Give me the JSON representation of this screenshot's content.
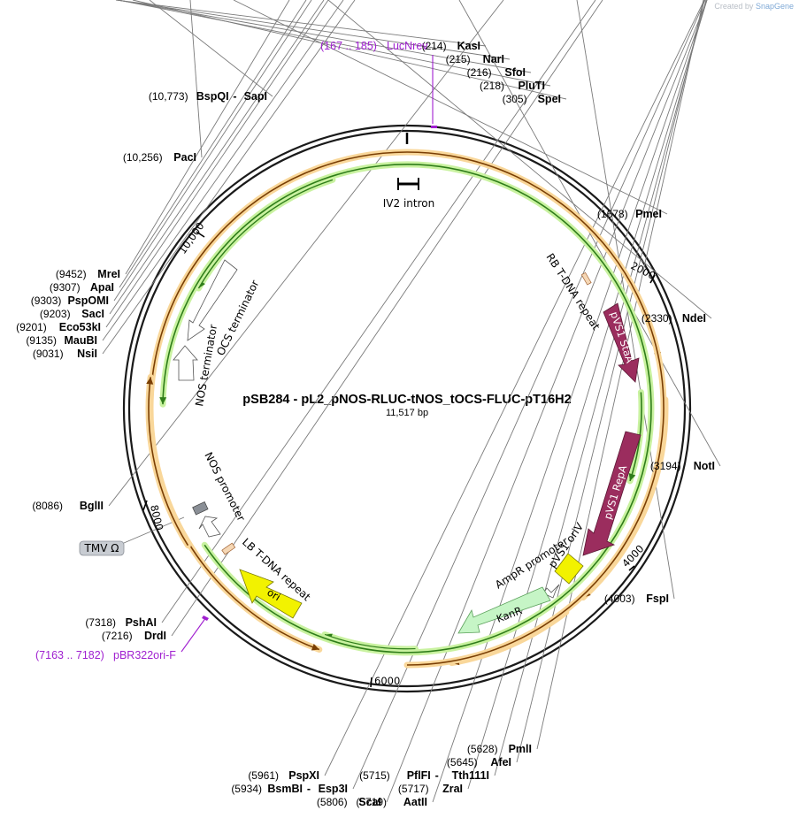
{
  "branding": {
    "prefix": "Created by",
    "name": "SnapGene"
  },
  "plasmid": {
    "name": "pSB284 - pL2_pNOS-RLUC-tNOS_tOCS-FLUC-pT16H2",
    "size": "11,517 bp"
  },
  "ticks": [
    "2000",
    "4000",
    "6000",
    "8000",
    "10,000"
  ],
  "enzymes": [
    {
      "name": "KasI",
      "pos": "(214)"
    },
    {
      "name": "NarI",
      "pos": "(215)"
    },
    {
      "name": "SfoI",
      "pos": "(216)"
    },
    {
      "name": "PluTI",
      "pos": "(218)"
    },
    {
      "name": "SpeI",
      "pos": "(305)"
    },
    {
      "name": "PmeI",
      "pos": "(1678)"
    },
    {
      "name": "NdeI",
      "pos": "(2330)"
    },
    {
      "name": "NotI",
      "pos": "(3194)"
    },
    {
      "name": "FspI",
      "pos": "(4003)"
    },
    {
      "name": "PmlI",
      "pos": "(5628)"
    },
    {
      "name": "AfeI",
      "pos": "(5645)"
    },
    {
      "name": "PflFI",
      "name2": "Tth111I",
      "pos": "(5715)"
    },
    {
      "name": "ZraI",
      "pos": "(5717)"
    },
    {
      "name": "AatII",
      "pos": "(5719)"
    },
    {
      "name": "ScaI",
      "pos": "(5806)"
    },
    {
      "name": "BsmBI",
      "name2": "Esp3I",
      "pos": "(5934)"
    },
    {
      "name": "PspXI",
      "pos": "(5961)"
    },
    {
      "name": "DrdI",
      "pos": "(7216)"
    },
    {
      "name": "PshAI",
      "pos": "(7318)"
    },
    {
      "name": "BglII",
      "pos": "(8086)"
    },
    {
      "name": "NsiI",
      "pos": "(9031)"
    },
    {
      "name": "MauBI",
      "pos": "(9135)"
    },
    {
      "name": "Eco53kI",
      "pos": "(9201)"
    },
    {
      "name": "SacI",
      "pos": "(9203)"
    },
    {
      "name": "PspOMI",
      "pos": "(9303)"
    },
    {
      "name": "ApaI",
      "pos": "(9307)"
    },
    {
      "name": "MreI",
      "pos": "(9452)"
    },
    {
      "name": "PacI",
      "pos": "(10,256)"
    },
    {
      "name": "BspQI",
      "name2": "SapI",
      "pos": "(10,773)"
    }
  ],
  "primers": [
    {
      "name": "LucNrev",
      "range": "(167 .. 185)"
    },
    {
      "name": "pBR322ori-F",
      "range": "(7163 .. 7182)"
    }
  ],
  "features": {
    "iv2_intron": "IV2 intron",
    "rb_repeat": "RB T-DNA repeat",
    "pvs1_staa": "pVS1 StaA",
    "pvs1_repa": "pVS1 RepA",
    "pvs1_oriv": "pVS1 oriV",
    "ampr_promoter": "AmpR promoter",
    "kanr": "KanR",
    "ori": "ori",
    "lb_repeat": "LB T-DNA repeat",
    "nos_promoter": "NOS promoter",
    "nos_terminator": "NOS terminator",
    "ocs_terminator": "OCS terminator",
    "tmv": "TMV Ω"
  },
  "colors": {
    "backbone": "#1a1a1a",
    "pvs1": "#9b2d5e",
    "kanr": "#c6f5c6",
    "ori": "#f2f200",
    "orf_green": "#2f7d1a",
    "orf_orange": "#b05a0a",
    "primer": "#a020d0"
  }
}
